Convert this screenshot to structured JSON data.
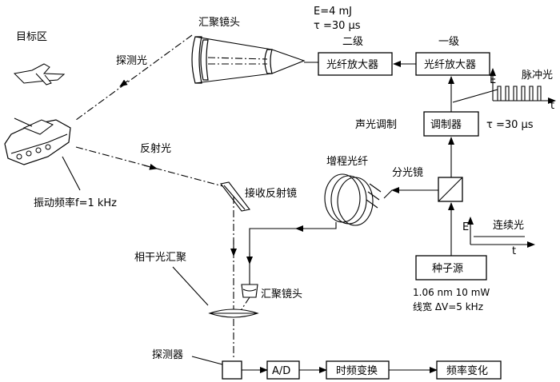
{
  "labels": {
    "target_zone": "目标区",
    "probe_light": "探测光",
    "reflected_light": "反射光",
    "vibration_freq": "振动频率f=1 kHz",
    "focus_lens_top": "汇聚镜头",
    "energy": "E=4 mJ",
    "tau_top": "τ =30 μs",
    "stage2": "二级",
    "stage1": "一级",
    "amp2": "光纤放大器",
    "amp1": "光纤放大器",
    "pulse_light": "脉冲光",
    "pulse_E": "E",
    "pulse_t": "t",
    "ao_mod": "声光调制",
    "modulator": "调制器",
    "tau_mid": "τ =30 μs",
    "delay_fiber": "增程光纤",
    "splitter": "分光镜",
    "receive_mirror": "接收反射镜",
    "coherent_focus": "相干光汇聚",
    "focus_lens_bottom": "汇聚镜头",
    "cw_light": "连续光",
    "cw_E": "E",
    "cw_t": "t",
    "seed_source": "种子源",
    "seed_spec1": "1.06 nm 10 mW",
    "seed_spec2": "线宽 ΔV=5 kHz",
    "detector": "探测器",
    "ad": "A/D",
    "time_freq": "时频变换",
    "freq_change": "频率变化"
  },
  "colors": {
    "line": "#000000",
    "background": "#ffffff"
  },
  "icons": [
    "jet-icon",
    "tank-icon",
    "lens-icon",
    "mirror-icon",
    "fiber-coil-icon",
    "beam-splitter-icon"
  ]
}
